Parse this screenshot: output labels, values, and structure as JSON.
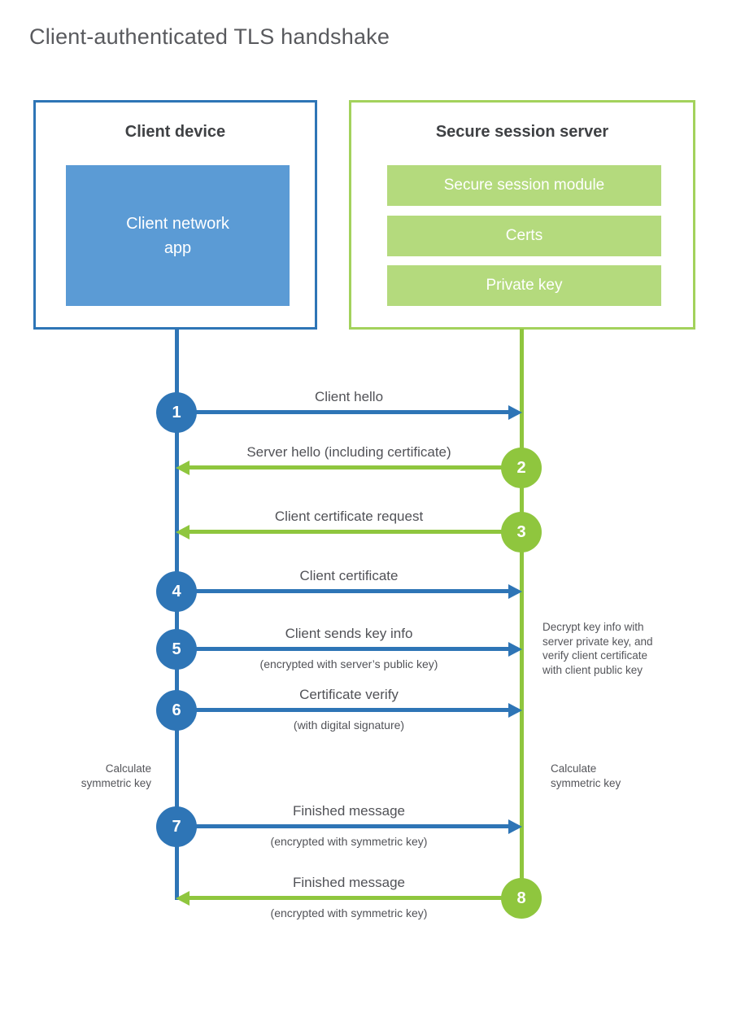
{
  "title": "Client-authenticated TLS handshake",
  "client": {
    "title": "Client device",
    "app_label": "Client network\napp"
  },
  "server": {
    "title": "Secure session server",
    "modules": [
      "Secure session module",
      "Certs",
      "Private key"
    ]
  },
  "messages": [
    {
      "num": "1",
      "direction": "client-to-server",
      "label": "Client hello",
      "sub": ""
    },
    {
      "num": "2",
      "direction": "server-to-client",
      "label": "Server hello (including certificate)",
      "sub": ""
    },
    {
      "num": "3",
      "direction": "server-to-client",
      "label": "Client certificate request",
      "sub": ""
    },
    {
      "num": "4",
      "direction": "client-to-server",
      "label": "Client certificate",
      "sub": ""
    },
    {
      "num": "5",
      "direction": "client-to-server",
      "label": "Client sends key info",
      "sub": "(encrypted with server’s public key)"
    },
    {
      "num": "6",
      "direction": "client-to-server",
      "label": "Certificate verify",
      "sub": "(with digital signature)"
    },
    {
      "num": "7",
      "direction": "client-to-server",
      "label": "Finished message",
      "sub": "(encrypted with symmetric key)"
    },
    {
      "num": "8",
      "direction": "server-to-client",
      "label": "Finished message",
      "sub": "(encrypted with symmetric key)"
    }
  ],
  "annotations": {
    "client_calc": "Calculate\nsymmetric key",
    "server_calc": "Calculate\nsymmetric key",
    "server_decrypt": "Decrypt key info with\nserver private key, and\nverify client certificate\nwith client public key"
  },
  "colors": {
    "blue": "#2E75B6",
    "blue_fill": "#5B9BD5",
    "green": "#8FC63E",
    "green_border": "#A3D25C",
    "green_fill": "#B4DA7D"
  }
}
